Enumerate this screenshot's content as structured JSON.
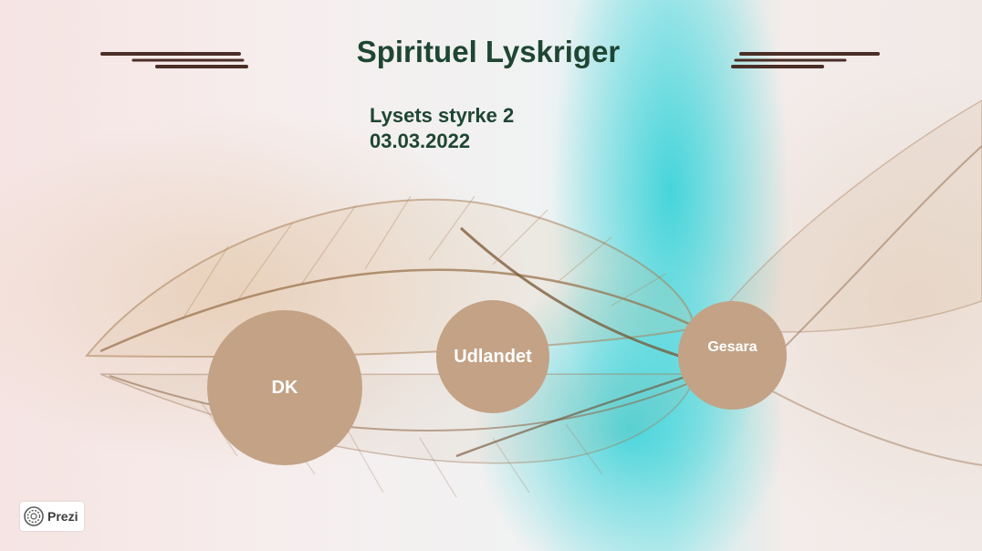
{
  "slide": {
    "title": "Spirituel Lyskriger",
    "subtitle_line1": "Lysets styrke 2",
    "subtitle_line2": "03.03.2022"
  },
  "topics": [
    {
      "label": "DK"
    },
    {
      "label": "Udlandet"
    },
    {
      "label": "Gesara"
    }
  ],
  "branding": {
    "logo_text": "Prezi",
    "logo_icon": "prezi-logo-icon"
  },
  "colors": {
    "title": "#1e4633",
    "circle_fill": "#c3a285",
    "circle_text": "#ffffff",
    "deco_lines": "#4a2e27",
    "accent_turquoise": "#2fd0d6"
  }
}
